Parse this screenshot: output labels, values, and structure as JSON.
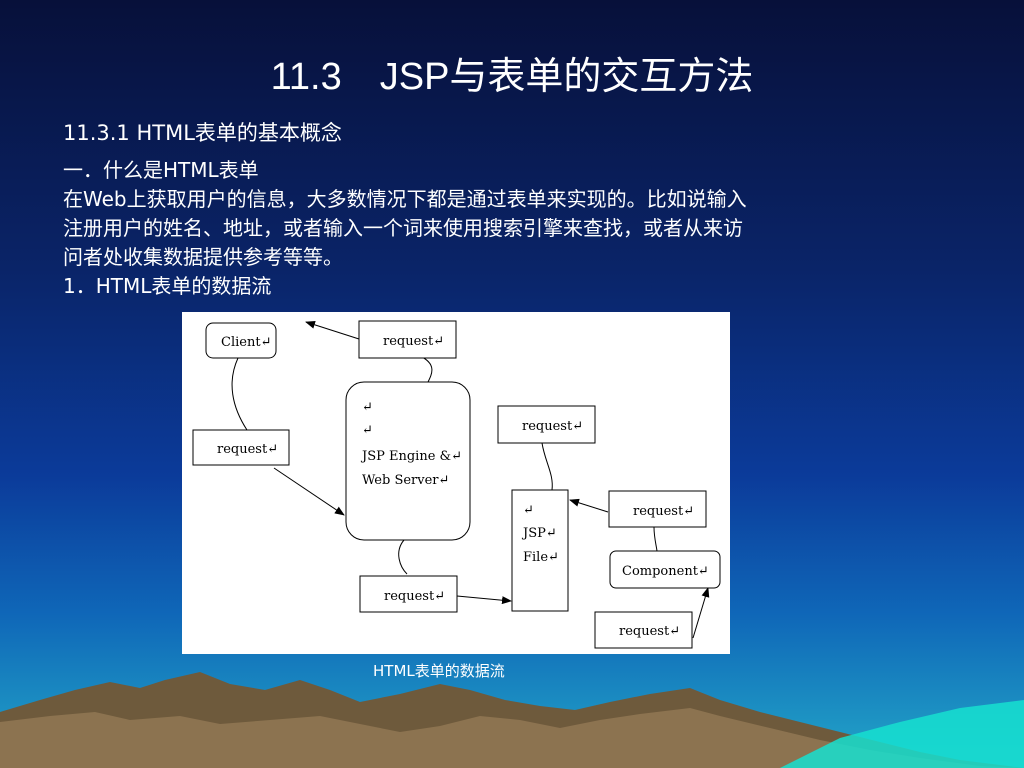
{
  "slide": {
    "title": "11.3　JSP与表单的交互方法",
    "section_heading": "11.3.1 HTML表单的基本概念",
    "body_lines": [
      "一．什么是HTML表单",
      "在Web上获取用户的信息，大多数情况下都是通过表单来实现的。比如说输入",
      "注册用户的姓名、地址，或者输入一个词来使用搜索引擎来查找，或者从来访",
      "问者处收集数据提供参考等等。",
      "1．HTML表单的数据流"
    ],
    "caption": "HTML表单的数据流"
  },
  "diagram": {
    "client_label": "Client",
    "request_label": "request",
    "engine_label_1": "JSP Engine &",
    "engine_label_2": "Web Server",
    "jsp_file_label_1": "JSP",
    "jsp_file_label_2": "File",
    "component_label": "Component",
    "return_mark": "↵"
  }
}
